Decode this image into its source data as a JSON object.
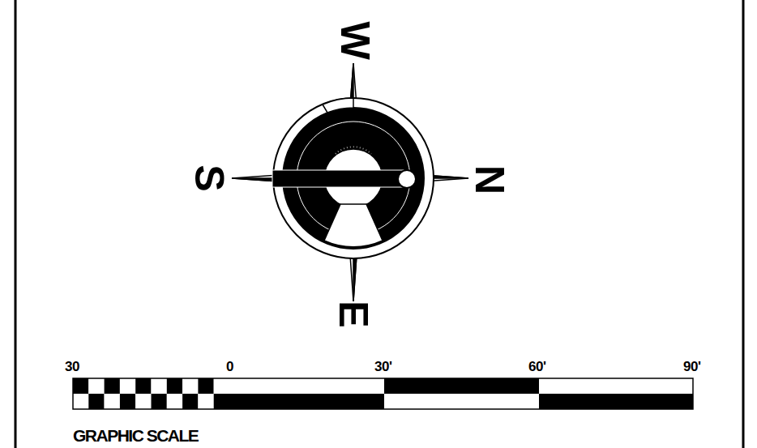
{
  "diagram": {
    "labels": [
      "W",
      "S",
      "N",
      "E",
      "30",
      "0",
      "30'",
      "60'",
      "90'",
      "GRAPHIC SCALE"
    ]
  }
}
